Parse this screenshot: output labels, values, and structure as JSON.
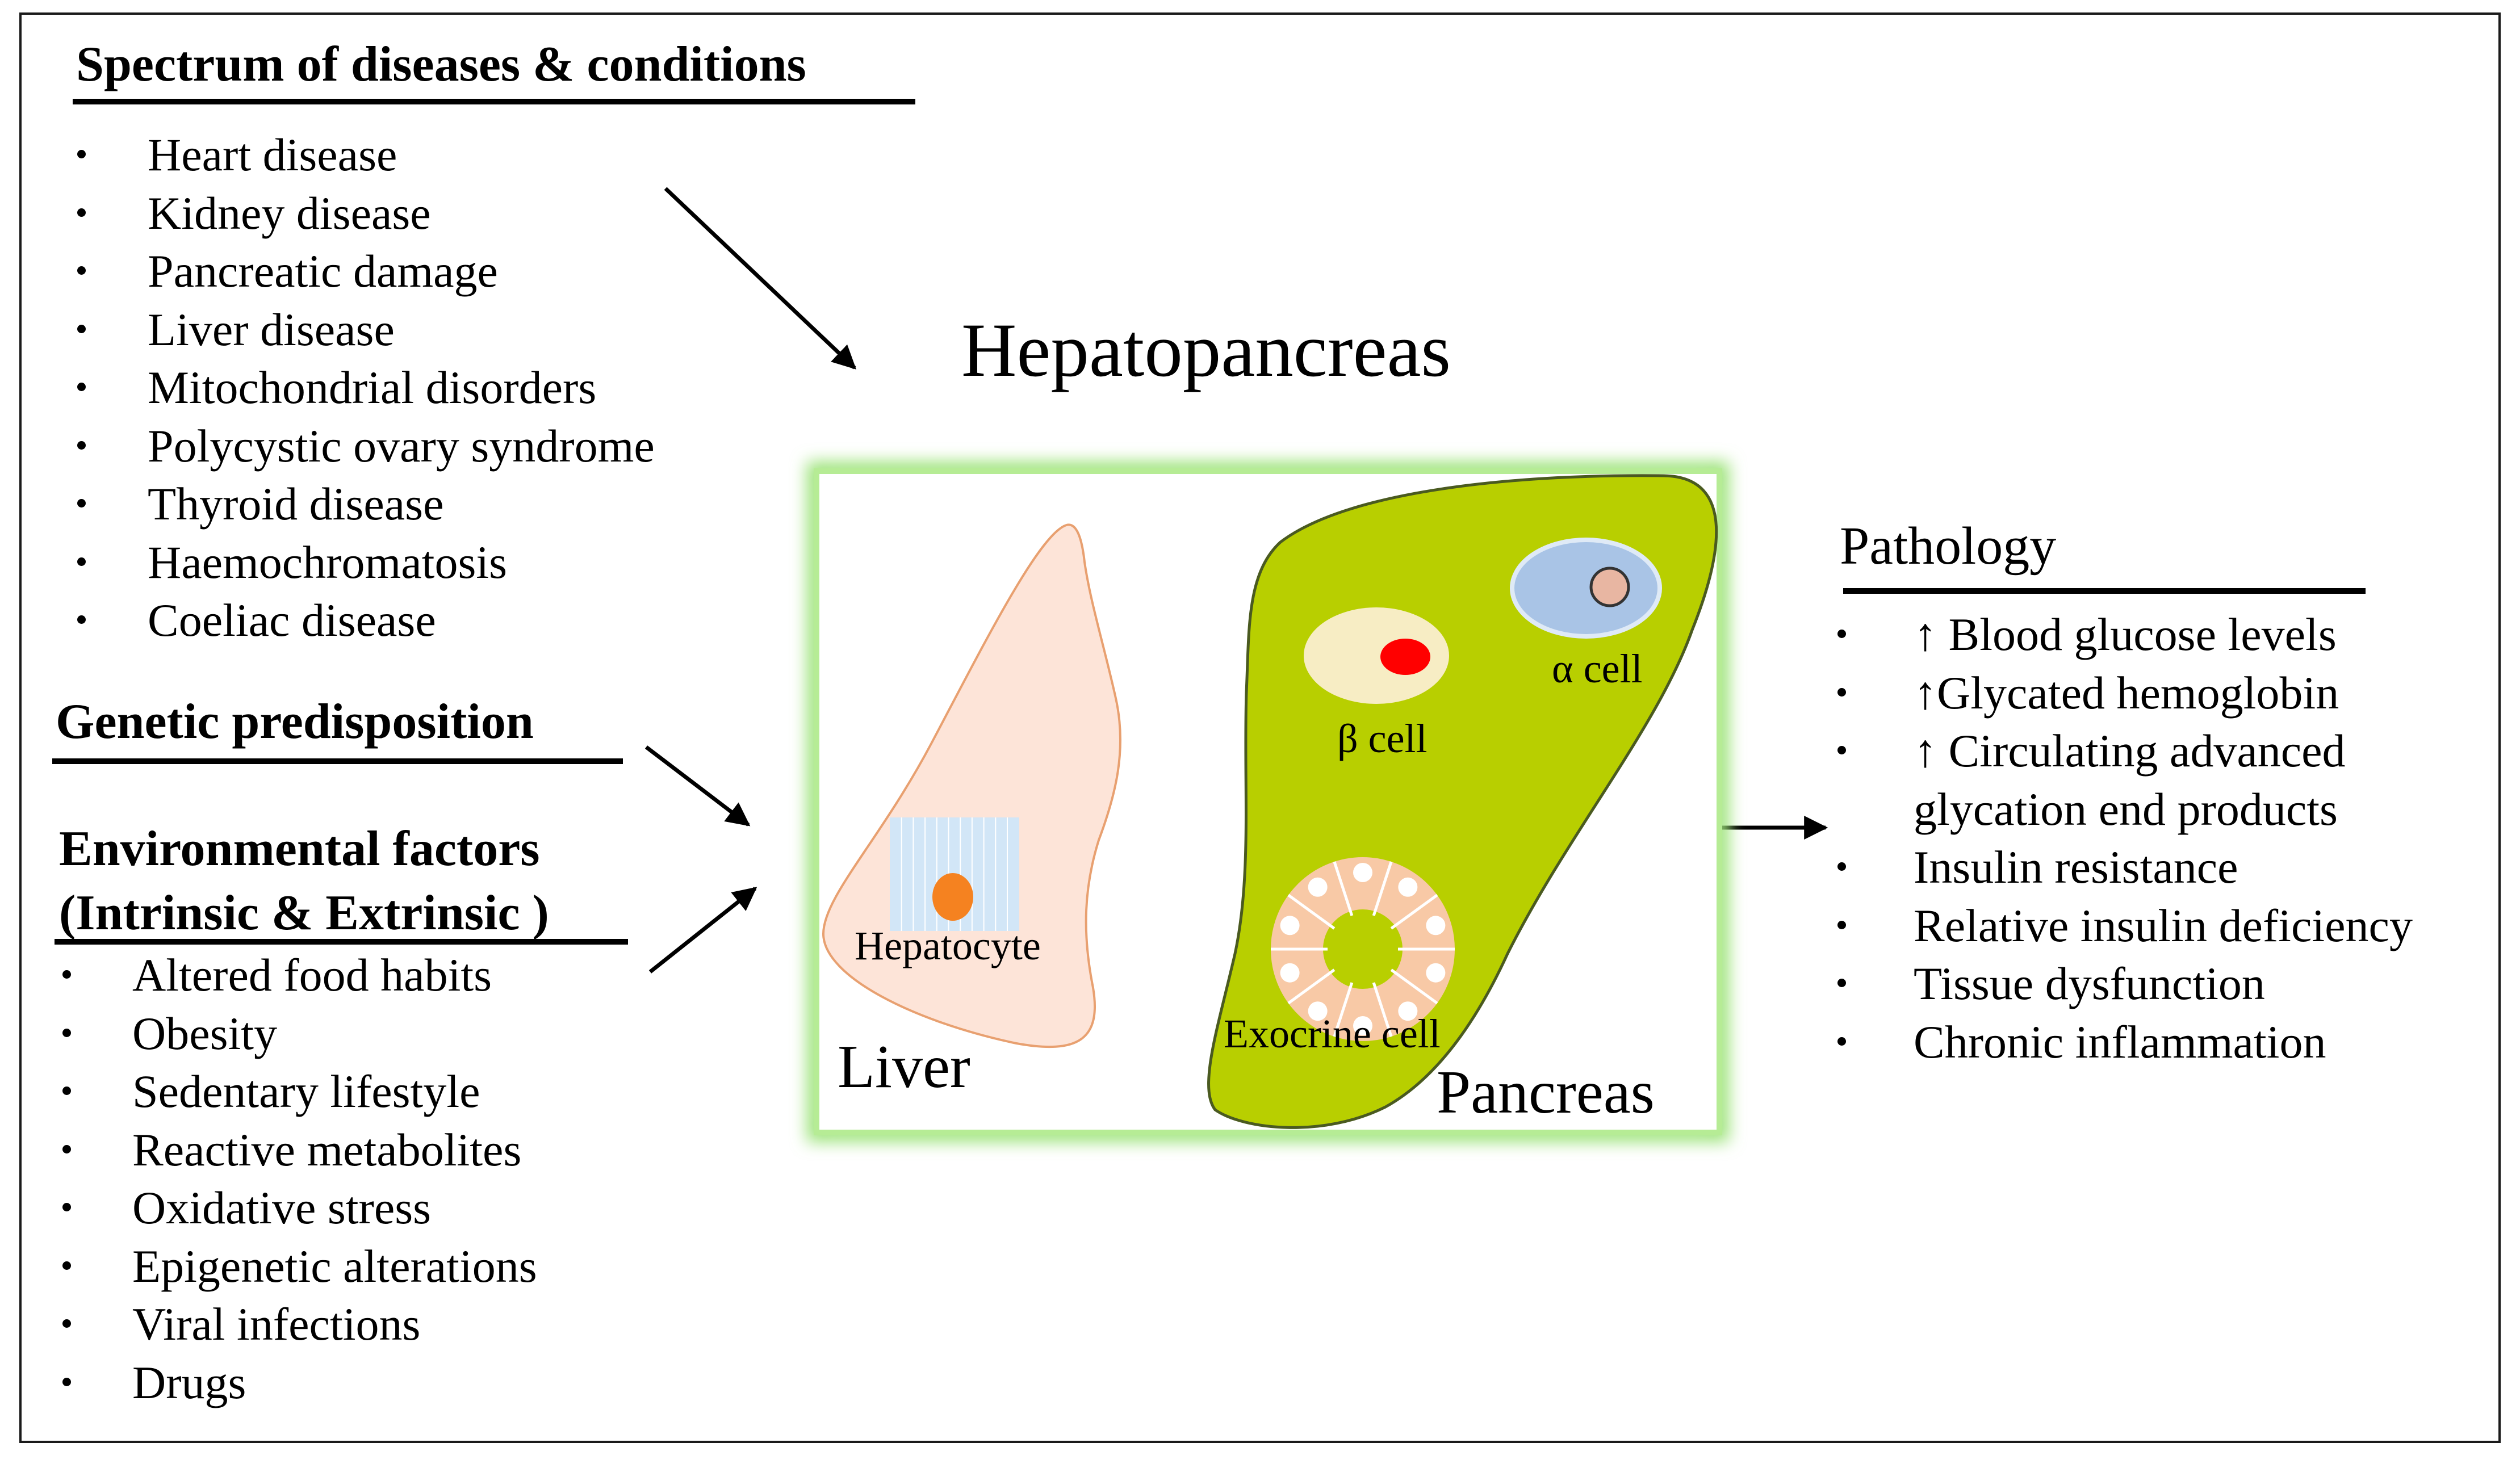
{
  "diseases": {
    "heading": "Spectrum of diseases & conditions",
    "items": [
      "Heart disease",
      "Kidney disease",
      "Pancreatic damage",
      "Liver disease",
      "Mitochondrial disorders",
      "Polycystic ovary syndrome",
      "Thyroid disease",
      "Haemochromatosis",
      "Coeliac disease"
    ]
  },
  "genetic": {
    "heading": "Genetic predisposition"
  },
  "environment": {
    "heading_line1": "Environmental  factors",
    "heading_line2": "(Intrinsic & Extrinsic )",
    "items": [
      "Altered food habits",
      "Obesity",
      "Sedentary lifestyle",
      "Reactive metabolites",
      "Oxidative stress",
      "Epigenetic alterations",
      "Viral infections",
      "Drugs"
    ]
  },
  "center": {
    "title": "Hepatopancreas",
    "liver_label": "Liver",
    "pancreas_label": "Pancreas",
    "hepatocyte_label": "Hepatocyte",
    "beta_cell_label": "β cell",
    "alpha_cell_label": "α cell",
    "exocrine_label": "Exocrine cell"
  },
  "pathology": {
    "heading": "Pathology",
    "items": [
      "↑ Blood glucose levels",
      "↑Glycated  hemoglobin",
      "↑ Circulating advanced",
      "glycation end products",
      "Insulin resistance",
      "Relative insulin deficiency",
      "Tissue dysfunction",
      "Chronic inflammation"
    ],
    "continuation_index": 3
  },
  "colors": {
    "liver_fill": "#fde4d8",
    "liver_stroke": "#e8a070",
    "pancreas_fill": "#b8cf00",
    "box_glow": "#9de37a",
    "alpha_cell_fill": "#a9c4e6",
    "beta_cell_fill": "#f7edc4",
    "beta_nucleus": "#ff0000",
    "hepatocyte_fill": "#d2e6f7",
    "hepatocyte_nucleus": "#f58220",
    "exocrine_fill": "#f8c9a6"
  }
}
